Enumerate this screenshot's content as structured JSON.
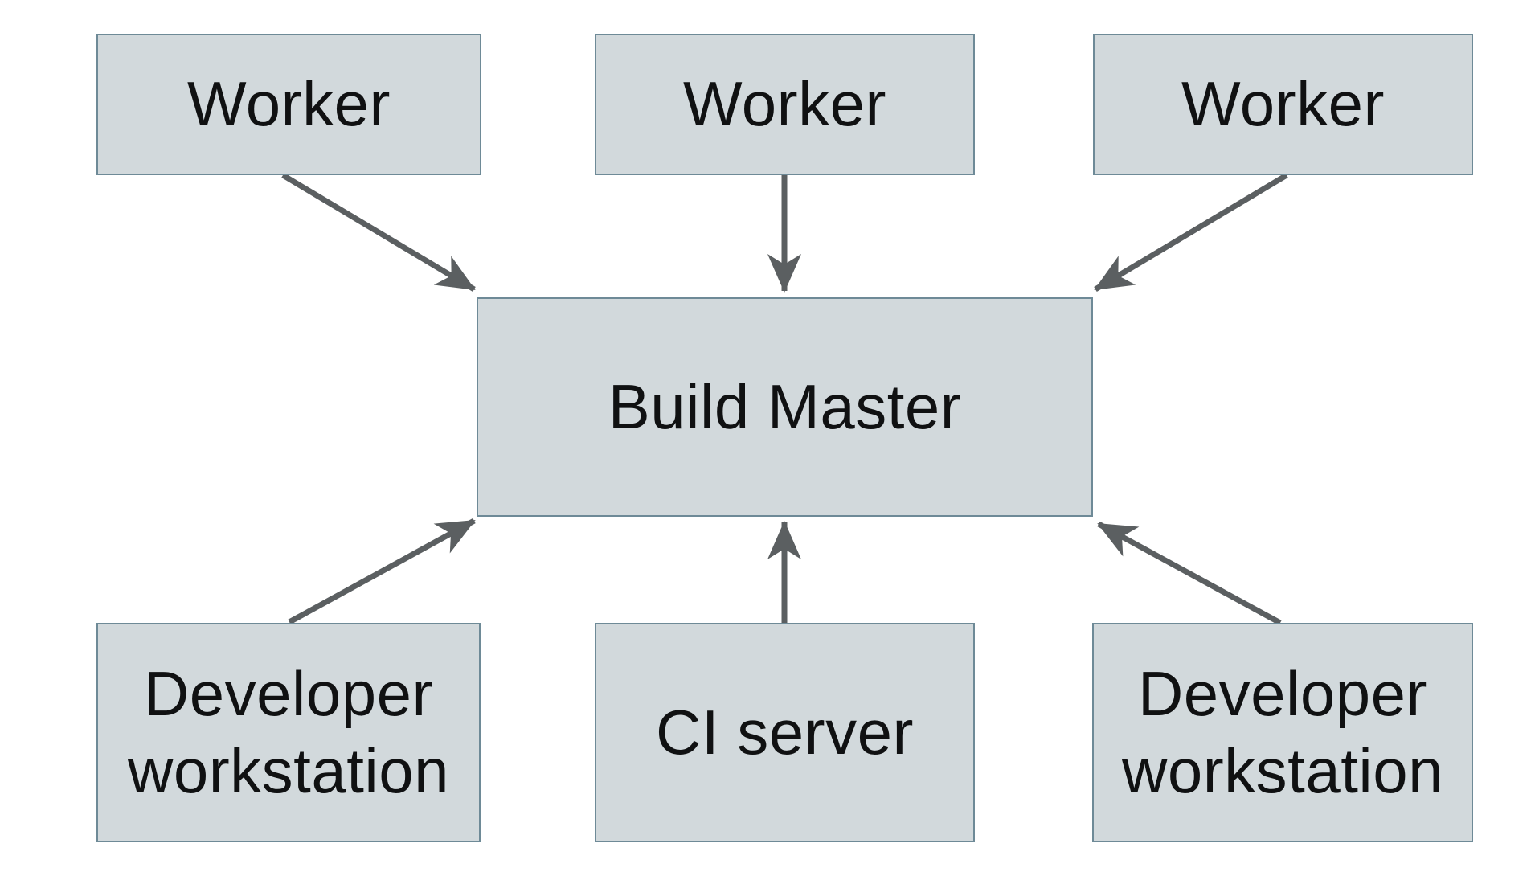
{
  "diagram": {
    "type": "architecture-diagram",
    "colors": {
      "canvas_bg": "#ffffff",
      "node_fill": "#d2d9dc",
      "node_border": "#6e8a97",
      "arrow_color": "#5b5f61",
      "text_color": "#101112"
    },
    "nodes": [
      {
        "id": "worker-top-left",
        "label": "Worker"
      },
      {
        "id": "worker-top-center",
        "label": "Worker"
      },
      {
        "id": "worker-top-right",
        "label": "Worker"
      },
      {
        "id": "build-master",
        "label": "Build Master"
      },
      {
        "id": "developer-workstation-left",
        "label": "Developer workstation"
      },
      {
        "id": "ci-server",
        "label": "CI server"
      },
      {
        "id": "developer-workstation-right",
        "label": "Developer workstation"
      }
    ],
    "edges": [
      {
        "from": "worker-top-left",
        "to": "build-master"
      },
      {
        "from": "worker-top-center",
        "to": "build-master"
      },
      {
        "from": "worker-top-right",
        "to": "build-master"
      },
      {
        "from": "developer-workstation-left",
        "to": "build-master"
      },
      {
        "from": "ci-server",
        "to": "build-master"
      },
      {
        "from": "developer-workstation-right",
        "to": "build-master"
      }
    ]
  }
}
